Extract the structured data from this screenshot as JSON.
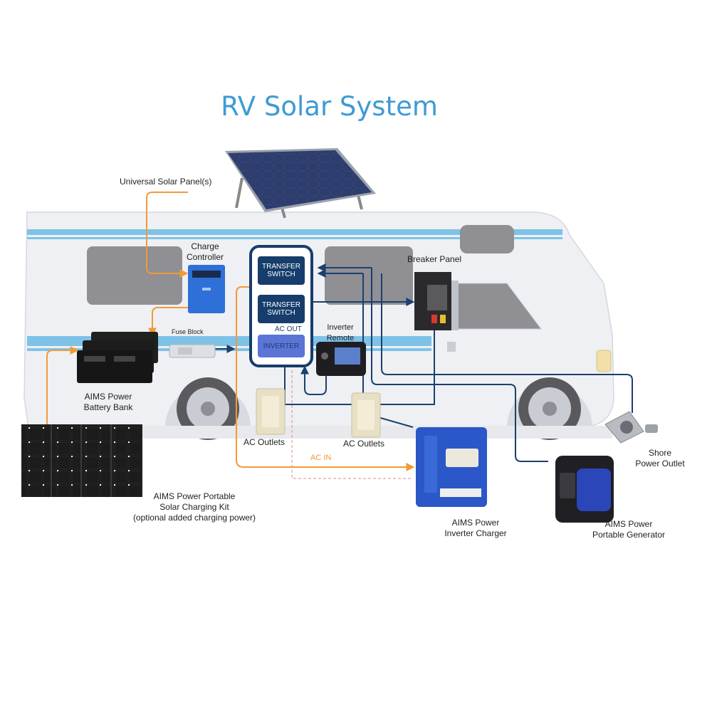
{
  "title": "RV Solar System",
  "labels": {
    "solar_panel": "Universal Solar Panel(s)",
    "charge_controller": [
      "Charge",
      "Controller"
    ],
    "fuse_block": "Fuse Block",
    "battery_bank": [
      "AIMS Power",
      "Battery Bank"
    ],
    "portable_solar": [
      "AIMS Power Portable",
      "Solar Charging Kit",
      "(optional added charging power)"
    ],
    "transfer_switch_top": [
      "TRANSFER",
      "SWITCH"
    ],
    "transfer_switch_bottom": [
      "TRANSFER",
      "SWITCH"
    ],
    "ac_out": "AC OUT",
    "inverter": "INVERTER",
    "inverter_remote": [
      "Inverter",
      "Remote"
    ],
    "breaker_panel": "Breaker Panel",
    "ac_outlets_left": "AC Outlets",
    "ac_outlets_right": "AC Outlets",
    "ac_in": "AC IN",
    "inverter_charger": [
      "AIMS Power",
      "Inverter Charger"
    ],
    "shore_power": [
      "Shore",
      "Power Outlet"
    ],
    "generator": [
      "AIMS Power",
      "Portable Generator"
    ]
  },
  "colors": {
    "title": "#3d9bd5",
    "dc_wire": "#f29a38",
    "ac_wire": "#1c3f6e",
    "box_fill": "#163d6b",
    "inverter_fill": "#5b74d6",
    "rv_body": "#eef0f3",
    "rv_stripe": "#7fc2e8",
    "window": "#8f8f94"
  }
}
